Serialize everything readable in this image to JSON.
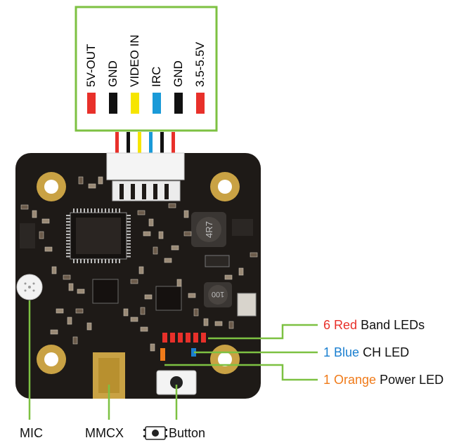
{
  "connector": {
    "pins": [
      {
        "label": "5V-OUT",
        "color": "#e8302a"
      },
      {
        "label": "GND",
        "color": "#111111"
      },
      {
        "label": "VIDEO IN",
        "color": "#f6e500"
      },
      {
        "label": "IRC",
        "color": "#1a9ad8"
      },
      {
        "label": "GND",
        "color": "#111111"
      },
      {
        "label": "3.5-5.5V",
        "color": "#e8302a"
      }
    ],
    "border_color": "#7dc142"
  },
  "board": {
    "inductor_1": "4R7",
    "inductor_2": "100"
  },
  "callouts": {
    "band_leds": {
      "count": "6",
      "color_word": "Red",
      "rest": " Band LEDs",
      "color": "#e8302a"
    },
    "ch_led": {
      "count": "1",
      "color_word": "Blue",
      "rest": " CH LED",
      "color": "#1a7fd0"
    },
    "power_led": {
      "count": "1",
      "color_word": "Orange",
      "rest": " Power LED",
      "color": "#f07b1a"
    }
  },
  "bottom_labels": {
    "mic": "MIC",
    "mmcx": "MMCX",
    "button": "Button"
  },
  "colors": {
    "pcb": "#1e1a17",
    "pad": "#c9a244",
    "leader": "#7dc142"
  }
}
